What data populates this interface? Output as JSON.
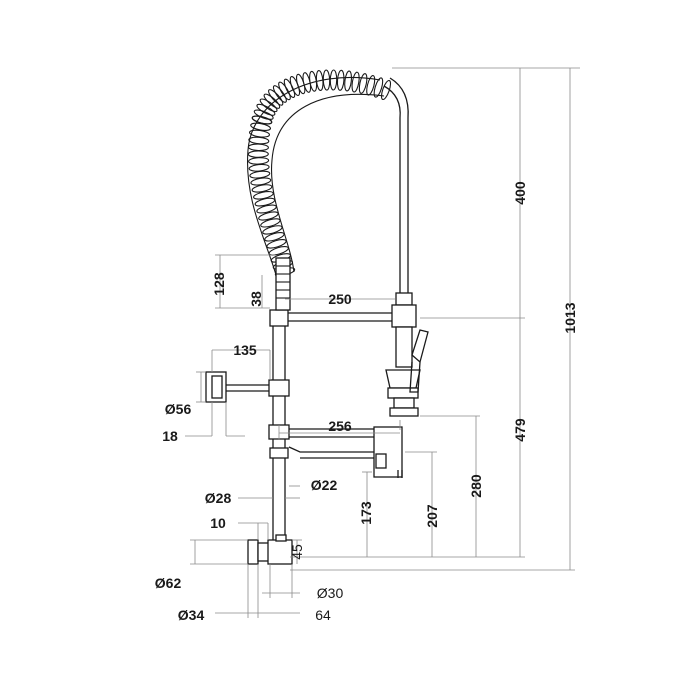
{
  "dimensions": {
    "spring_height": "128",
    "hose_collar": "38",
    "upper_reach": "250",
    "side_bracket_offset": "135",
    "bracket_diameter": "Ø56",
    "bracket_depth": "18",
    "filler_reach": "256",
    "filler_pipe_diameter": "Ø22",
    "column_diameter": "Ø28",
    "inlet_offset": "10",
    "height_173": "173",
    "height_207": "207",
    "height_280": "280",
    "base_height": "45",
    "flange_diameter": "Ø62",
    "base_diameter": "Ø30",
    "inlet_diameter": "Ø34",
    "base_depth": "64",
    "spring_top": "400",
    "spout_height": "479",
    "total_height": "1013"
  }
}
